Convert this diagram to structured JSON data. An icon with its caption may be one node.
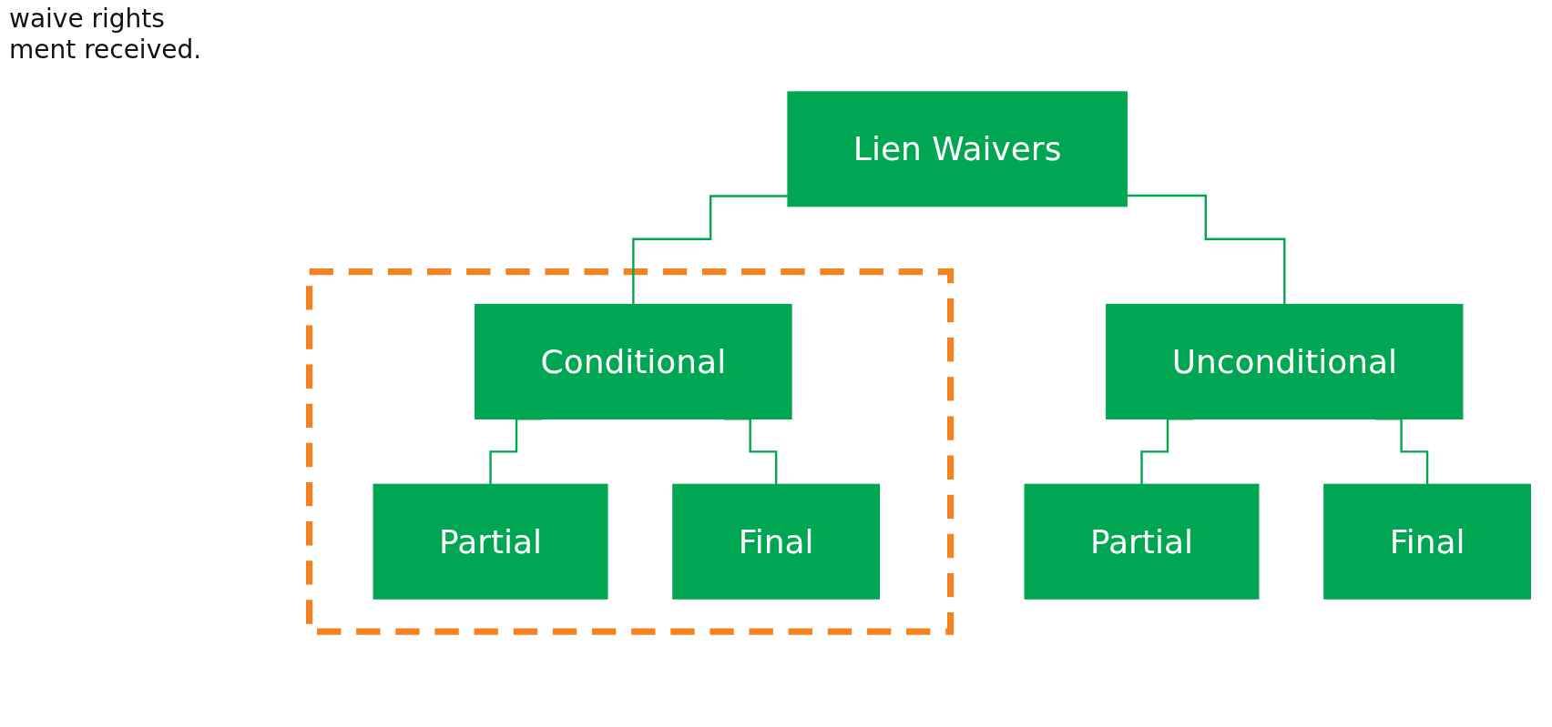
{
  "diagram": {
    "nodes": [
      {
        "text": [
          "Lien Waivers"
        ]
      },
      {
        "text": [],
        "shape": "box"
      },
      {
        "text": [
          "Conditional"
        ],
        "in": 1
      },
      {
        "text": [
          "Partial"
        ],
        "in": 1
      },
      {
        "text": [
          "Final"
        ],
        "in": 1
      },
      {
        "text": [
          "Unconditional"
        ]
      },
      {
        "text": [
          "Partial"
        ]
      },
      {
        "text": [
          "Final"
        ]
      }
    ],
    "edges": [
      {
        "from": 0,
        "to": 2,
        "arrow": "none"
      },
      {
        "from": 0,
        "to": 5,
        "arrow": "none"
      },
      {
        "from": 2,
        "to": 3,
        "arrow": "none"
      },
      {
        "from": 2,
        "to": 4,
        "arrow": "none"
      },
      {
        "from": 5,
        "to": 6,
        "arrow": "none"
      },
      {
        "from": 5,
        "to": 7,
        "arrow": "none"
      }
    ],
    "labels": [
      "waive rights",
      "ment received."
    ]
  }
}
